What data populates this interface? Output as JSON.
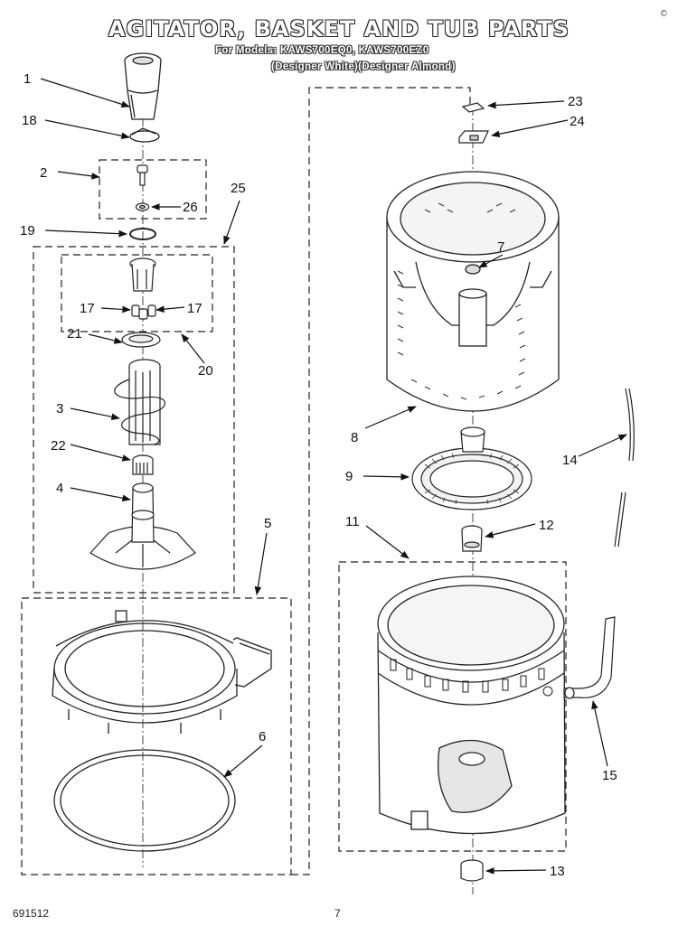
{
  "header": {
    "title": "AGITATOR, BASKET AND TUB PARTS",
    "models": "For Models: KAWS700EQ0, KAWS700EZ0",
    "finishes": "(Designer White)(Designer Almond)",
    "corner_mark": "©"
  },
  "footer": {
    "code": "691512",
    "page": "7"
  },
  "callouts": [
    {
      "id": "c1",
      "label": "1"
    },
    {
      "id": "c18",
      "label": "18"
    },
    {
      "id": "c2",
      "label": "2"
    },
    {
      "id": "c26",
      "label": "26"
    },
    {
      "id": "c19",
      "label": "19"
    },
    {
      "id": "c25",
      "label": "25"
    },
    {
      "id": "c17a",
      "label": "17"
    },
    {
      "id": "c17b",
      "label": "17"
    },
    {
      "id": "c21",
      "label": "21"
    },
    {
      "id": "c20",
      "label": "20"
    },
    {
      "id": "c3",
      "label": "3"
    },
    {
      "id": "c22",
      "label": "22"
    },
    {
      "id": "c4",
      "label": "4"
    },
    {
      "id": "c5",
      "label": "5"
    },
    {
      "id": "c6",
      "label": "6"
    },
    {
      "id": "c23",
      "label": "23"
    },
    {
      "id": "c24",
      "label": "24"
    },
    {
      "id": "c7",
      "label": "7"
    },
    {
      "id": "c8",
      "label": "8"
    },
    {
      "id": "c9",
      "label": "9"
    },
    {
      "id": "c14",
      "label": "14"
    },
    {
      "id": "c11",
      "label": "11"
    },
    {
      "id": "c12",
      "label": "12"
    },
    {
      "id": "c15",
      "label": "15"
    },
    {
      "id": "c13",
      "label": "13"
    }
  ]
}
